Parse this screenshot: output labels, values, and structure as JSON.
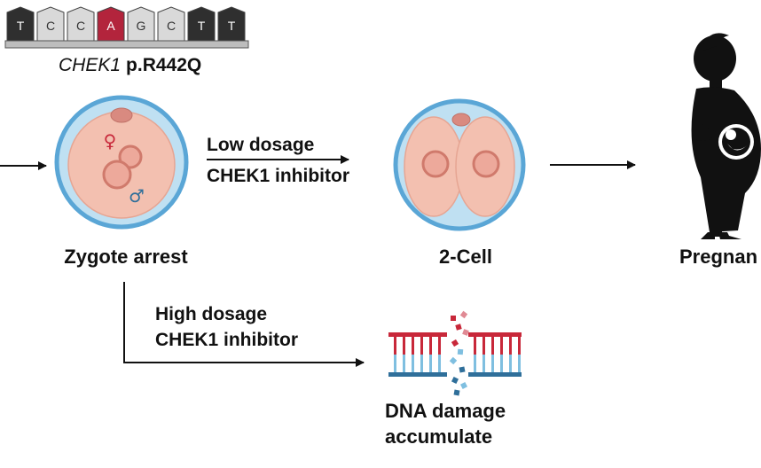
{
  "sequence": {
    "bases": [
      "T",
      "C",
      "C",
      "A",
      "G",
      "C",
      "T",
      "T"
    ],
    "base_styles": [
      "dark",
      "light",
      "light",
      "mutant",
      "light",
      "light",
      "dark",
      "dark"
    ],
    "gene": "CHEK1",
    "variant": "p.R442Q"
  },
  "stages": {
    "zygote": "Zygote arrest",
    "two_cell": "2-Cell",
    "pregnancy": "Pregnan"
  },
  "treatments": {
    "low_line1": "Low dosage",
    "low_line2": "CHEK1 inhibitor",
    "high_line1": "High dosage",
    "high_line2": "CHEK1 inhibitor"
  },
  "outcome": {
    "line1": "DNA damage",
    "line2": "accumulate"
  },
  "symbols": {
    "female": "♀",
    "male": "♂"
  },
  "colors": {
    "base_dark": "#2f2f2f",
    "base_light": "#d9d9d9",
    "base_mutant": "#b3243c",
    "zona": "#5aa6d6",
    "cytoplasm": "#f3c0b0",
    "pronucleus": "#e59a8c",
    "polar_body": "#d98a80",
    "dna_red": "#c8283a",
    "dna_blue": "#2f6f9a",
    "silhouette": "#111111"
  }
}
